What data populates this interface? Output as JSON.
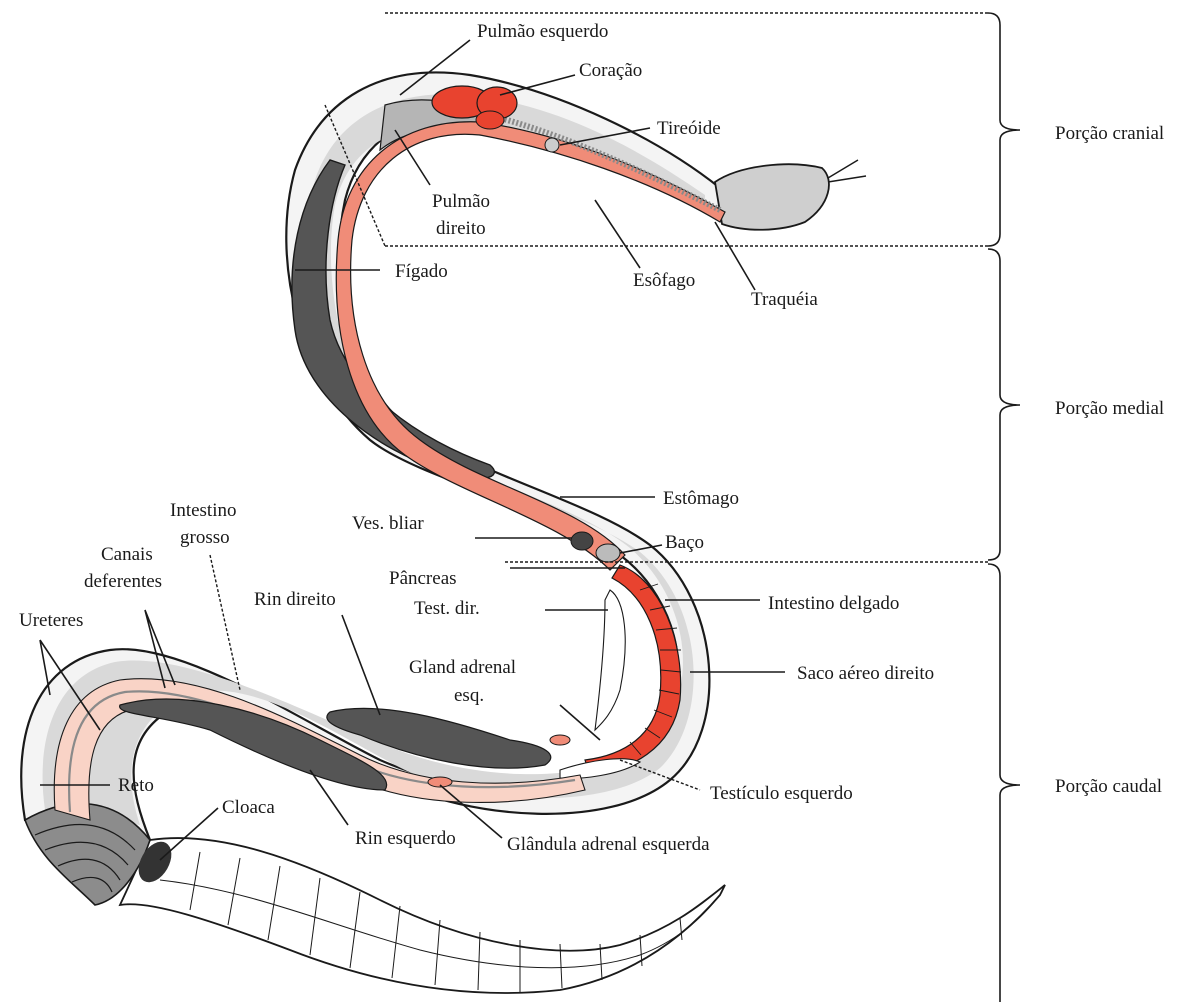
{
  "colors": {
    "red_organ": "#e8432f",
    "salmon_organ": "#f08c78",
    "pale_salmon": "#f9d3c6",
    "dark_grey_organ": "#555555",
    "mid_grey": "#9a9a9a",
    "light_grey": "#e2e2e2",
    "outline": "#1a1a1a"
  },
  "regions": {
    "cranial": "Porção cranial",
    "medial": "Porção medial",
    "caudal": "Porção caudal"
  },
  "labels": {
    "pulmao_esquerdo": "Pulmão esquerdo",
    "coracao": "Coração",
    "tireoide": "Tireóide",
    "pulmao_direito_1": "Pulmão",
    "pulmao_direito_2": "direito",
    "figado": "Fígado",
    "esofago": "Esôfago",
    "traqueia": "Traquéia",
    "estomago": "Estômago",
    "ves_biliar": "Ves. bliar",
    "baco": "Baço",
    "pancreas": "Pâncreas",
    "test_dir": "Test. dir.",
    "intestino_delgado": "Intestino delgado",
    "intestino_grosso_1": "Intestino",
    "intestino_grosso_2": "grosso",
    "canais_deferentes_1": "Canais",
    "canais_deferentes_2": "deferentes",
    "ureteres": "Ureteres",
    "rin_direito": "Rin direito",
    "gland_adrenal_esq_1": "Gland adrenal",
    "gland_adrenal_esq_2": "esq.",
    "saco_aereo_direito": "Saco aéreo direito",
    "reto": "Reto",
    "cloaca": "Cloaca",
    "testiculo_esquerdo": "Testículo esquerdo",
    "rin_esquerdo": "Rin esquerdo",
    "glandula_adrenal_esquerda": "Glândula adrenal esquerda"
  }
}
